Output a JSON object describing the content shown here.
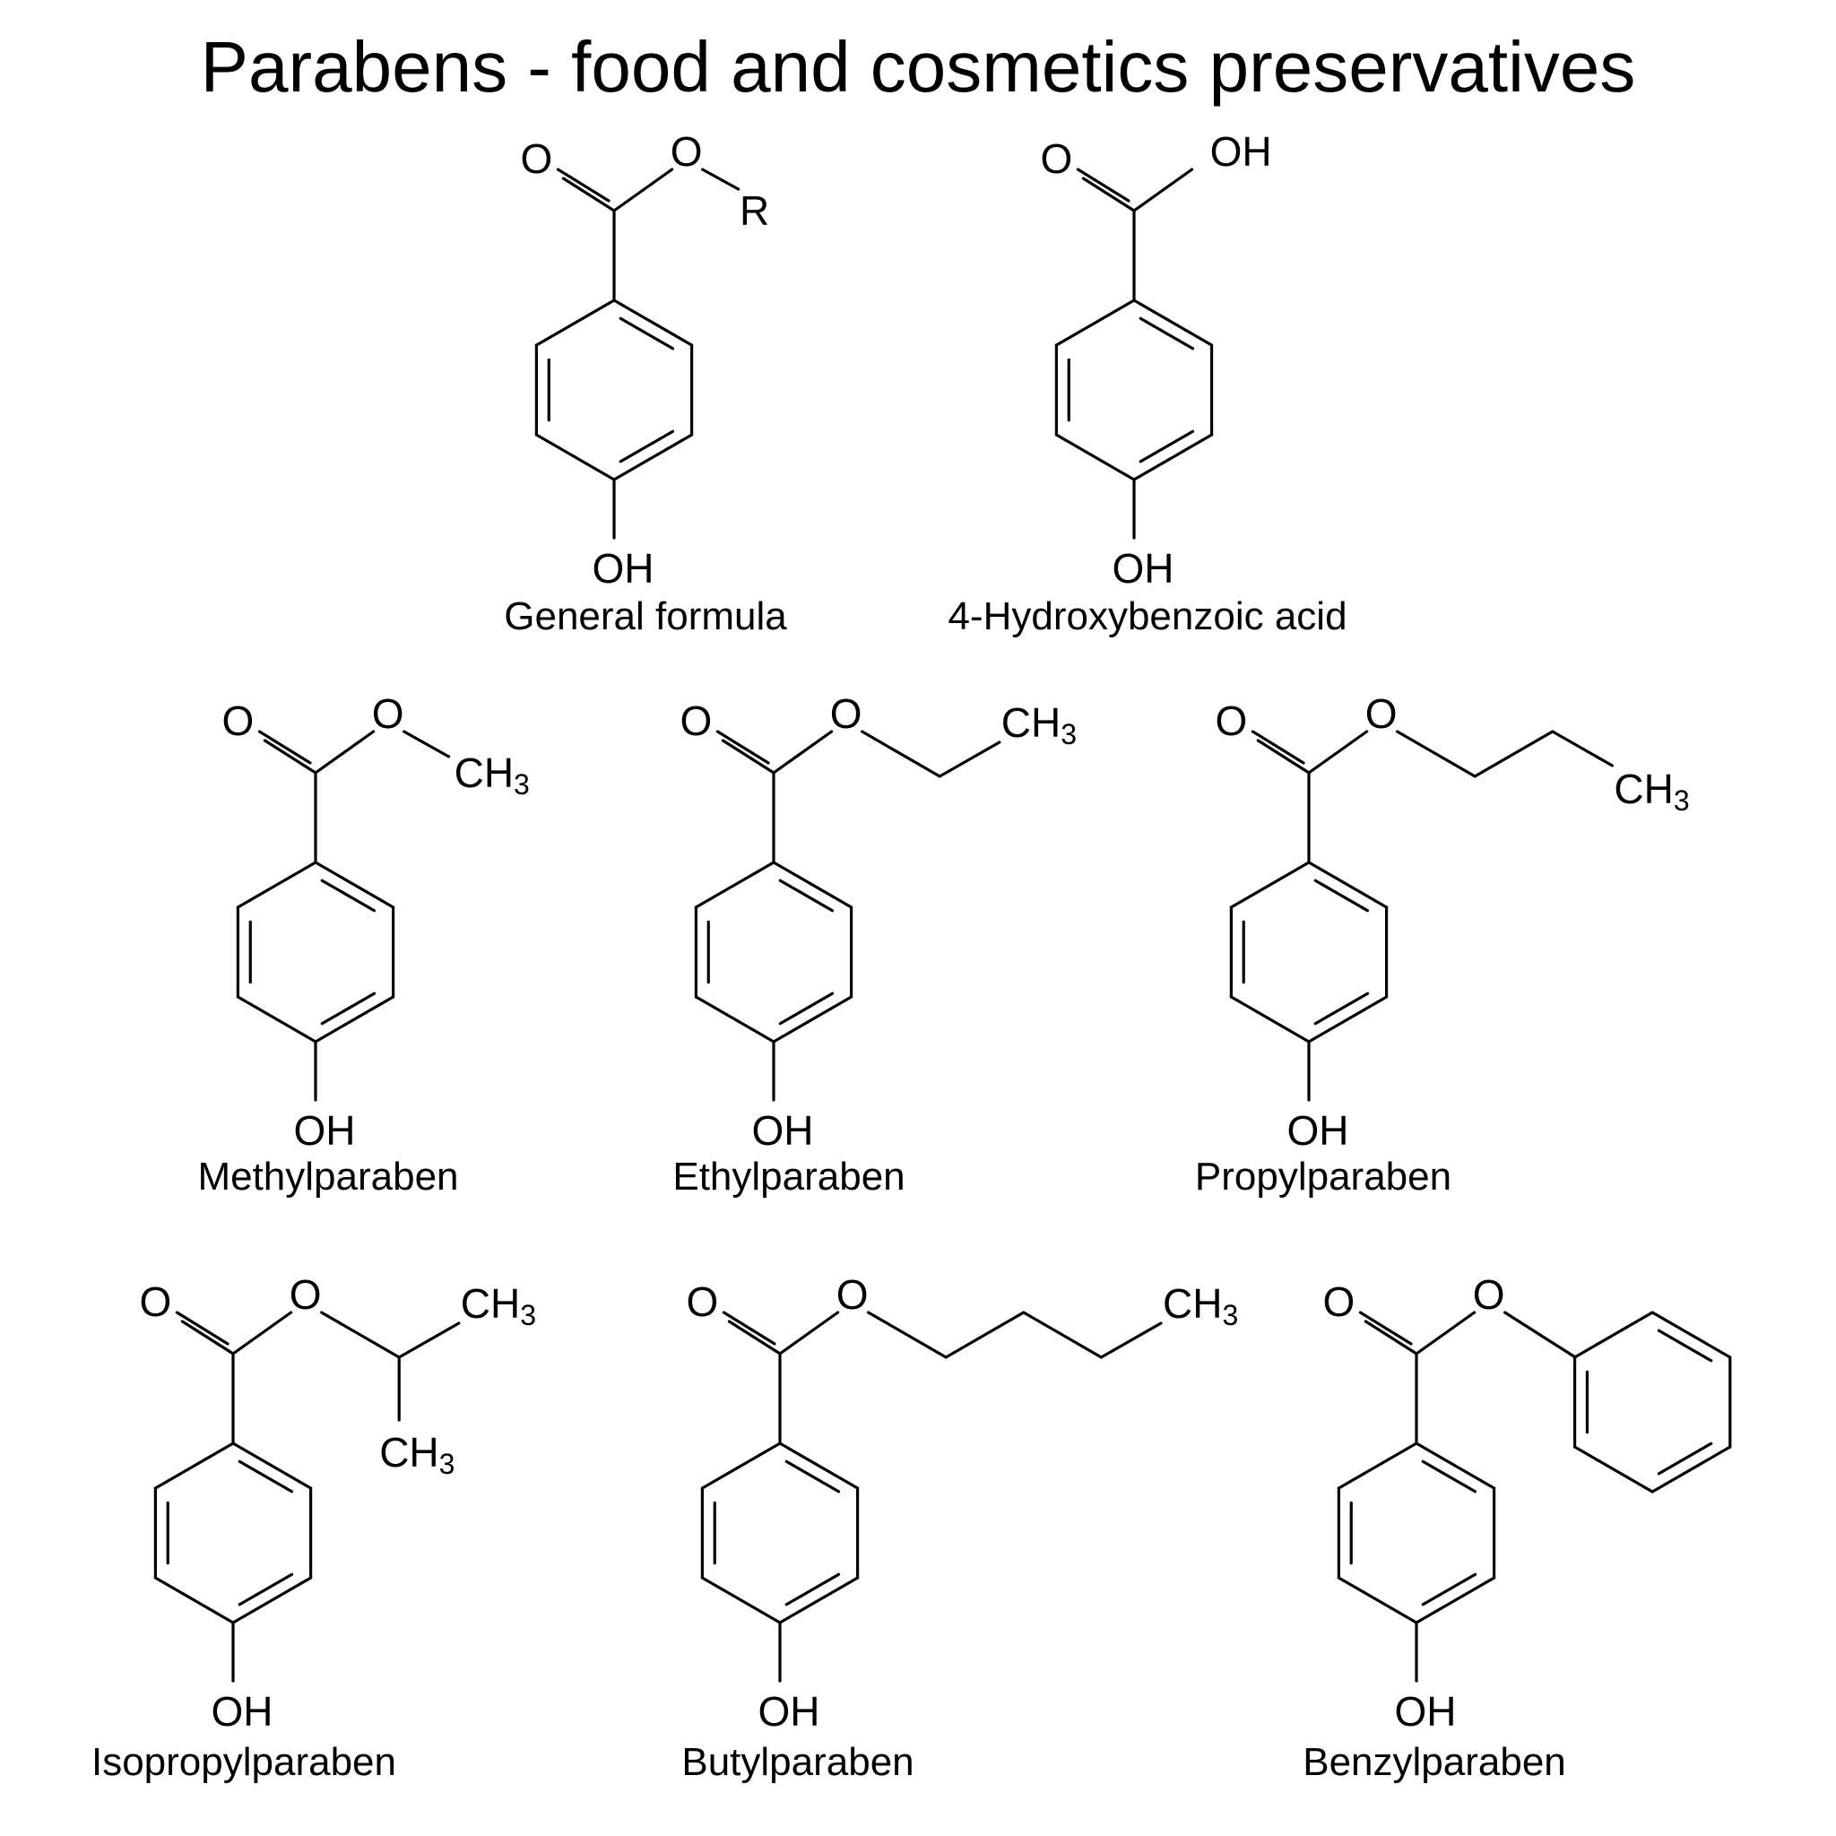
{
  "title": "Parabens - food and cosmetics preservatives",
  "labels": {
    "O": "O",
    "OH": "OH",
    "R": "R",
    "C": "CH",
    "sub3": "3"
  },
  "molecules": [
    {
      "id": "general",
      "name": "General formula",
      "ester": "R"
    },
    {
      "id": "acid",
      "name": "4-Hydroxybenzoic acid",
      "ester": "acid"
    },
    {
      "id": "methyl",
      "name": "Methylparaben",
      "ester": "methyl"
    },
    {
      "id": "ethyl",
      "name": "Ethylparaben",
      "ester": "ethyl"
    },
    {
      "id": "propyl",
      "name": "Propylparaben",
      "ester": "propyl"
    },
    {
      "id": "isopropyl",
      "name": "Isopropylparaben",
      "ester": "isopropyl"
    },
    {
      "id": "butyl",
      "name": "Butylparaben",
      "ester": "butyl"
    },
    {
      "id": "benzyl",
      "name": "Benzylparaben",
      "ester": "phenyl"
    }
  ]
}
